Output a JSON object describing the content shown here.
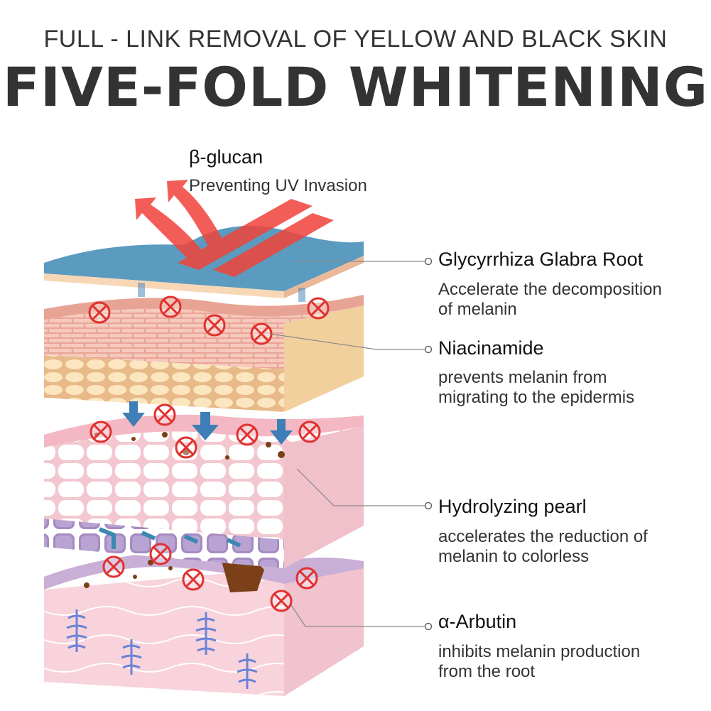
{
  "header": {
    "subtitle": "FULL - LINK REMOVAL OF YELLOW AND BLACK SKIN",
    "title": "FIVE-FOLD WHITENING"
  },
  "ingredients": [
    {
      "name": "β-glucan",
      "desc_lines": [
        "Preventing UV Invasion"
      ]
    },
    {
      "name": "Glycyrrhiza Glabra Root",
      "desc_lines": [
        "Accelerate the decomposition",
        "of melanin"
      ]
    },
    {
      "name": "Niacinamide",
      "desc_lines": [
        "prevents melanin from",
        "migrating to the epidermis"
      ]
    },
    {
      "name": "Hydrolyzing pearl",
      "desc_lines": [
        "accelerates the reduction of",
        "melanin to colorless"
      ]
    },
    {
      "name": "α-Arbutin",
      "desc_lines": [
        "inhibits melanin production",
        "from the root"
      ]
    }
  ],
  "colors": {
    "top_layer": "#5b9bc0",
    "brick": "#e9a596",
    "fat": "#f7dcae",
    "pink_layer": "#f6d6dc",
    "basal_blue": "#3b88b3",
    "basal_purple": "#a58bc1",
    "dermis": "#f8d3dc",
    "melanin": "#7b4018",
    "ban_red": "#e0312f",
    "uv_red": "#f0433a",
    "arrow_blue": "#3d7fb6"
  }
}
